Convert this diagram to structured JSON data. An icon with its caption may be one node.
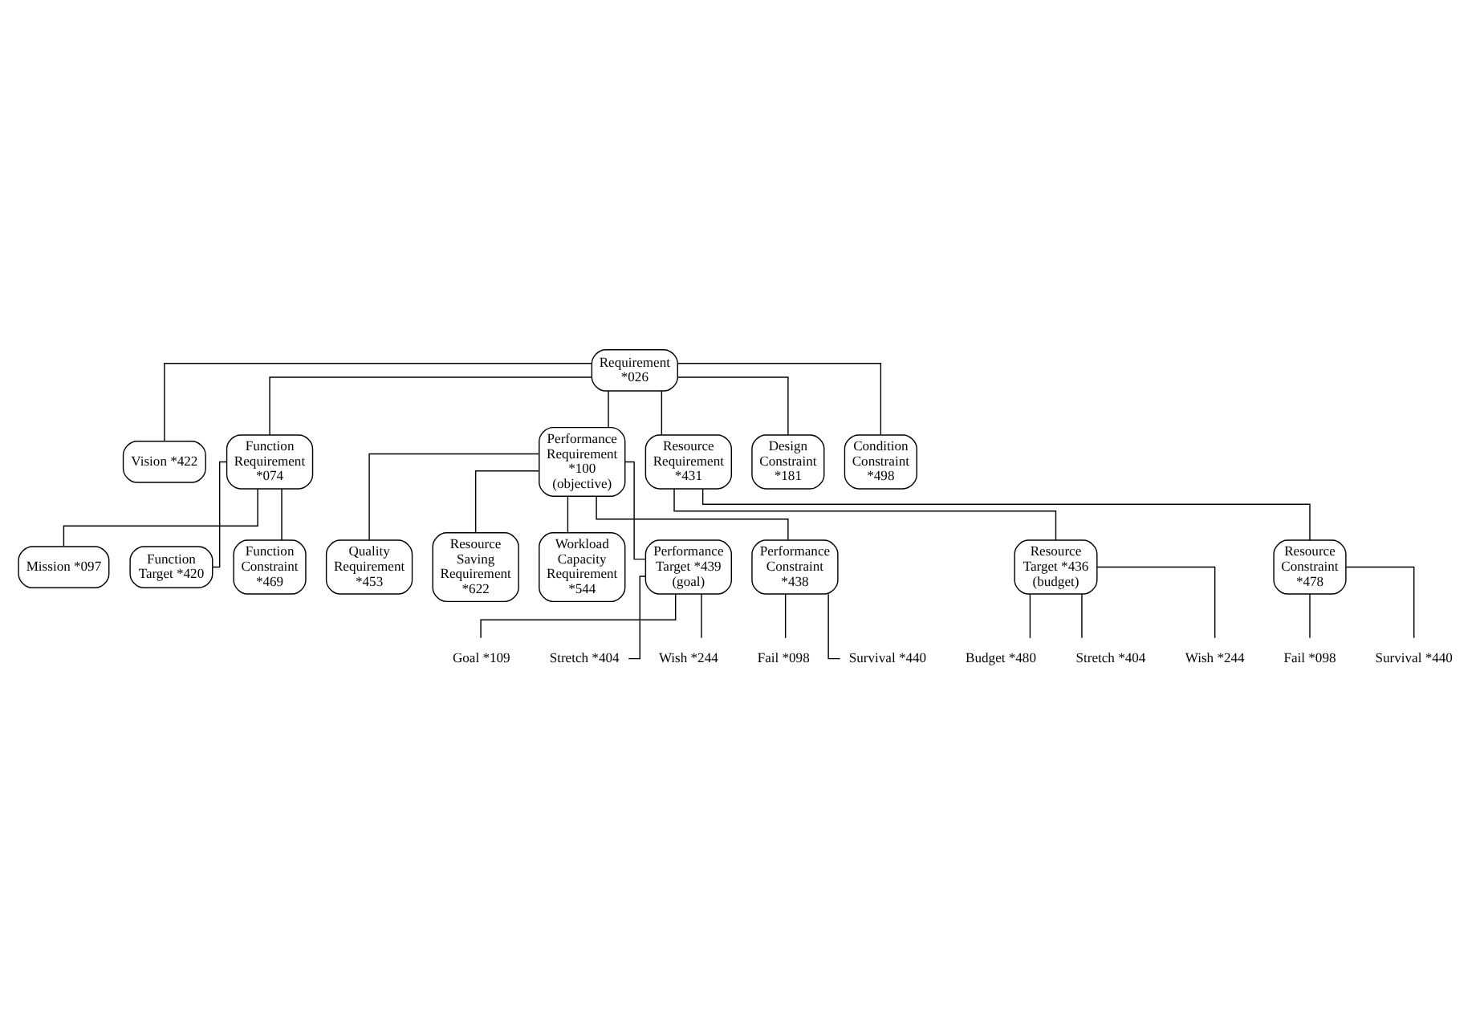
{
  "diagram": {
    "nodes": [
      {
        "text": [
          "Requirement *026"
        ]
      },
      {
        "text": [
          "Vision *422"
        ]
      },
      {
        "text": [
          "Function Requirement *074"
        ]
      },
      {
        "text": [
          "Performance Requirement *100 (objective)"
        ]
      },
      {
        "text": [
          "Resource Requirement *431"
        ]
      },
      {
        "text": [
          "Design Constraint *181"
        ]
      },
      {
        "text": [
          "Condition Constraint *498"
        ]
      },
      {
        "text": [
          "Mission *097"
        ]
      },
      {
        "text": [
          "Quality Requirement *453"
        ]
      },
      {
        "text": [
          "Resource Saving Requirement *622"
        ]
      },
      {
        "text": [
          "Workload Capacity Requirement *544"
        ]
      },
      {
        "text": [
          "Function Target *420"
        ]
      },
      {
        "text": [
          "Function Constraint *469"
        ]
      },
      {
        "text": [
          "Performance Target *439 (goal)"
        ]
      },
      {
        "text": [
          "Performance Constraint *438"
        ]
      },
      {
        "text": [
          "Resource Target *436 (budget)"
        ]
      },
      {
        "text": [
          "Resource Constraint *478"
        ]
      },
      {
        "text": [
          "Goal *109"
        ]
      },
      {
        "text": [
          "Stretch *404"
        ]
      },
      {
        "text": [
          "Wish *244"
        ]
      },
      {
        "text": [
          "Fail *098"
        ]
      },
      {
        "text": [
          "Survival *440"
        ]
      },
      {
        "text": [
          "Budget *480"
        ]
      },
      {
        "text": [
          "Stretch *404"
        ]
      },
      {
        "text": [
          "Wish *244"
        ]
      },
      {
        "text": [
          "Fail *098"
        ]
      },
      {
        "text": [
          "Survival *440"
        ]
      }
    ],
    "edges": [
      {
        "from": 0,
        "to": 1,
        "arrow": "none"
      },
      {
        "from": 0,
        "to": 2,
        "arrow": "none"
      },
      {
        "from": 0,
        "to": 3,
        "arrow": "none"
      },
      {
        "from": 0,
        "to": 4,
        "arrow": "none"
      },
      {
        "from": 0,
        "to": 5,
        "arrow": "none"
      },
      {
        "from": 0,
        "to": 6,
        "arrow": "none"
      },
      {
        "from": 2,
        "to": 7,
        "arrow": "none"
      },
      {
        "from": 3,
        "to": 8,
        "arrow": "none"
      },
      {
        "from": 3,
        "to": 9,
        "arrow": "none"
      },
      {
        "from": 3,
        "to": 10,
        "arrow": "none"
      },
      {
        "from": 2,
        "to": 11,
        "arrow": "none"
      },
      {
        "from": 2,
        "to": 12,
        "arrow": "none"
      },
      {
        "from": 3,
        "to": 13,
        "arrow": "none"
      },
      {
        "from": 3,
        "to": 14,
        "arrow": "none"
      },
      {
        "from": 4,
        "to": 15,
        "arrow": "none"
      },
      {
        "from": 4,
        "to": 16,
        "arrow": "none"
      },
      {
        "from": 13,
        "to": 17,
        "arrow": "none"
      },
      {
        "from": 13,
        "to": 18,
        "arrow": "none"
      },
      {
        "from": 13,
        "to": 19,
        "arrow": "none"
      },
      {
        "from": 14,
        "to": 20,
        "arrow": "none"
      },
      {
        "from": 14,
        "to": 21,
        "arrow": "none"
      },
      {
        "from": 15,
        "to": 22,
        "arrow": "none"
      },
      {
        "from": 15,
        "to": 23,
        "arrow": "none"
      },
      {
        "from": 15,
        "to": 24,
        "arrow": "none"
      },
      {
        "from": 16,
        "to": 25,
        "arrow": "none"
      },
      {
        "from": 16,
        "to": 26,
        "arrow": "none"
      }
    ]
  }
}
